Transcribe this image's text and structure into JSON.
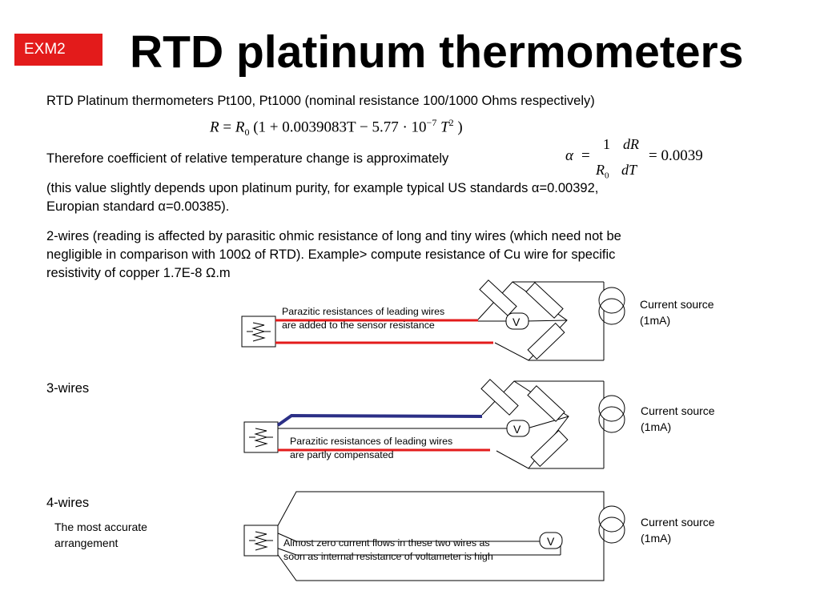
{
  "badge": "EXM2",
  "title": "RTD platinum thermometers",
  "intro": "RTD Platinum thermometers  Pt100, Pt1000 (nominal resistance 100/1000 Ohms respectively)",
  "equation": {
    "lhs": "R",
    "eq": "=",
    "r0": "R",
    "sub0": "0",
    "body": "(1 + 0.0039083T − 5.77 · 10",
    "exp": "−7",
    "t": " T",
    "exp2": "2",
    "close": ")"
  },
  "coef_text": "Therefore coefficient of relative temperature change is approximately",
  "alpha_eq": {
    "alpha": "α",
    "eq": "=",
    "one": "1",
    "r0": "R",
    "sub0": "0",
    "dR": "dR",
    "dT": "dT",
    "result": "= 0.0039"
  },
  "purity_line1": "(this value slightly depends upon platinum purity, for example typical US standards α=0.00392,",
  "purity_line2": "Europian standard α=0.00385).",
  "two_wire_line1": "2-wires (reading is affected by parasitic ohmic resistance of long and tiny wires (which need not be",
  "two_wire_line2": "negligible in comparison with 100Ω of RTD). Example> compute resistance of Cu wire for specific",
  "two_wire_line3": "resistivity of copper 1.7E-8 Ω.m",
  "diagram1": {
    "note_line1": "Parazitic resistances of leading wires",
    "note_line2": "are added to the sensor resistance",
    "voltmeter": "V",
    "source_line1": "Current source",
    "source_line2": "(1mA)"
  },
  "three_wires": "3-wires",
  "diagram2": {
    "note_line1": "Parazitic resistances of leading wires",
    "note_line2": "are partly compensated",
    "voltmeter": "V",
    "source_line1": "Current source",
    "source_line2": "(1mA)"
  },
  "four_wires": "4-wires",
  "accurate_line1": "The most accurate",
  "accurate_line2": "arrangement",
  "diagram3": {
    "note_line1": "Almost zero current flows in these two wires as",
    "note_line2": "soon  as internal resistance of voltameter is high",
    "voltmeter": "V",
    "source_line1": "Current source",
    "source_line2": "(1mA)"
  },
  "colors": {
    "badge": "#e31b1b",
    "red_wire": "#e31b1b",
    "blue_wire": "#2b2f86"
  }
}
